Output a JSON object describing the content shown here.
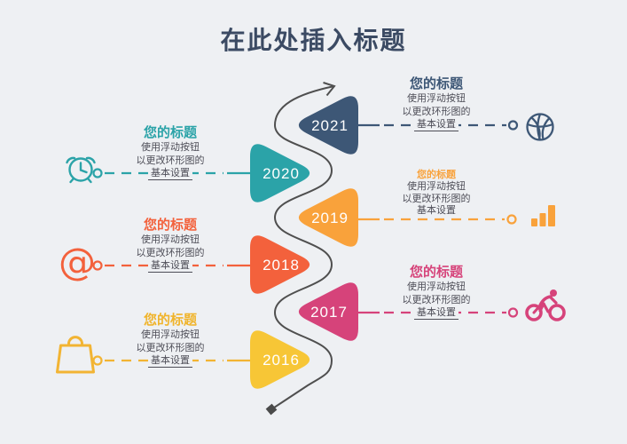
{
  "page": {
    "title": "在此处插入标题",
    "title_color": "#3b4a63",
    "background_color": "#eef0f3",
    "spine_color": "#4f4f4f"
  },
  "entries": [
    {
      "year": "2021",
      "side": "right",
      "title": "您的标题",
      "line1": "使用浮动按钮",
      "line2": "以更改环形图的",
      "line3": "基本设置",
      "line3_underlined": true,
      "color": "#3d5776",
      "icon": "basketball-icon"
    },
    {
      "year": "2020",
      "side": "left",
      "title": "您的标题",
      "line1": "使用浮动按钮",
      "line2": "以更改环形图的",
      "line3": "基本设置",
      "line3_underlined": true,
      "color": "#2ba3a8",
      "icon": "alarm-clock-icon"
    },
    {
      "year": "2019",
      "side": "right",
      "title": "您的标题",
      "line1": "使用浮动按钮",
      "line2": "以更改环形图的",
      "line3": "基本设置",
      "line3_underlined": false,
      "color": "#f9a23b",
      "icon": "bar-chart-icon"
    },
    {
      "year": "2018",
      "side": "left",
      "title": "您的标题",
      "line1": "使用浮动按钮",
      "line2": "以更改环形图的",
      "line3": "基本设置",
      "line3_underlined": true,
      "color": "#f3613c",
      "icon": "at-sign-icon",
      "icon_glyph": "@"
    },
    {
      "year": "2017",
      "side": "right",
      "title": "您的标题",
      "line1": "使用浮动按钮",
      "line2": "以更改环形图的",
      "line3": "基本设置",
      "line3_underlined": true,
      "color": "#d6437a",
      "icon": "cyclist-icon"
    },
    {
      "year": "2016",
      "side": "left",
      "title": "您的标题",
      "line1": "使用浮动按钮",
      "line2": "以更改环形图的",
      "line3": "基本设置",
      "line3_underlined": true,
      "color": "#f7c636",
      "icon": "shopping-bag-icon"
    }
  ]
}
